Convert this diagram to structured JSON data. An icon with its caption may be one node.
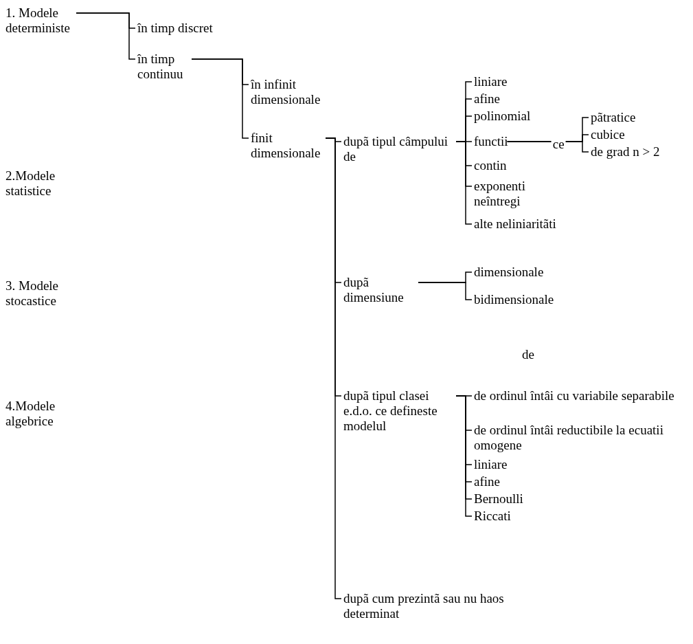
{
  "diagram": {
    "nodes": [
      {
        "text": [
          "1. Modele deterministe"
        ]
      },
      {
        "text": [
          "în timp discret"
        ]
      },
      {
        "text": [
          "în timp continuu"
        ]
      },
      {
        "text": [
          "în infinit dimensionale"
        ]
      },
      {
        "text": [
          "finit dimensionale"
        ]
      },
      {
        "text": [
          "dupã tipul câmpului de"
        ]
      },
      {
        "text": [
          "liniare"
        ]
      },
      {
        "text": [
          "afine"
        ]
      },
      {
        "text": [
          "polinomial"
        ]
      },
      {
        "text": [
          "functii"
        ]
      },
      {
        "text": [
          "contin"
        ]
      },
      {
        "text": [
          "exponenti neîntregi"
        ]
      },
      {
        "text": [
          "alte neliniaritãti"
        ]
      },
      {
        "text": [
          "pãtratice"
        ]
      },
      {
        "text": [
          "cubice"
        ]
      },
      {
        "text": [
          "de grad n > 2"
        ]
      },
      {
        "text": [
          "dupã dimensiune"
        ]
      },
      {
        "text": [
          "dimensionale"
        ]
      },
      {
        "text": [
          "bidimensionale"
        ]
      },
      {
        "text": [
          "dupã tipul clasei e.d.o. ce defineste modelul"
        ]
      },
      {
        "text": [
          "de ordinul întâi cu variabile separabile"
        ]
      },
      {
        "text": [
          "de ordinul întâi reductibile la ecuatii omogene"
        ]
      },
      {
        "text": [
          "liniare"
        ]
      },
      {
        "text": [
          "afine"
        ]
      },
      {
        "text": [
          "Bernoulli"
        ]
      },
      {
        "text": [
          "Riccati"
        ]
      },
      {
        "text": [
          "dupã cum prezintã sau nu haos determinat"
        ]
      },
      {
        "text": [
          "2.Modele statistice"
        ]
      },
      {
        "text": [
          "3. Modele stocastice"
        ]
      },
      {
        "text": [
          "4.Modele algebrice"
        ]
      }
    ],
    "edges": [
      {
        "from": 0,
        "to": 1,
        "arrow": "none"
      },
      {
        "from": 0,
        "to": 2,
        "arrow": "none"
      },
      {
        "from": 2,
        "to": 3,
        "arrow": "none"
      },
      {
        "from": 2,
        "to": 4,
        "arrow": "none"
      },
      {
        "from": 4,
        "to": 5,
        "arrow": "none"
      },
      {
        "from": 4,
        "to": 16,
        "arrow": "none"
      },
      {
        "from": 4,
        "to": 19,
        "arrow": "none"
      },
      {
        "from": 4,
        "to": 26,
        "arrow": "none"
      },
      {
        "from": 5,
        "to": 6,
        "arrow": "none"
      },
      {
        "from": 5,
        "to": 7,
        "arrow": "none"
      },
      {
        "from": 5,
        "to": 8,
        "arrow": "none"
      },
      {
        "from": 5,
        "to": 9,
        "arrow": "none"
      },
      {
        "from": 5,
        "to": 10,
        "arrow": "none"
      },
      {
        "from": 5,
        "to": 11,
        "arrow": "none"
      },
      {
        "from": 5,
        "to": 12,
        "arrow": "none"
      },
      {
        "from": 9,
        "to": 13,
        "arrow": "none"
      },
      {
        "from": 9,
        "to": 14,
        "arrow": "none",
        "label": "ce"
      },
      {
        "from": 9,
        "to": 15,
        "arrow": "none"
      },
      {
        "from": 16,
        "to": 17,
        "arrow": "none"
      },
      {
        "from": 16,
        "to": 18,
        "arrow": "none"
      },
      {
        "from": 19,
        "to": 20,
        "arrow": "none"
      },
      {
        "from": 19,
        "to": 21,
        "arrow": "none"
      },
      {
        "from": 19,
        "to": 22,
        "arrow": "none"
      },
      {
        "from": 19,
        "to": 23,
        "arrow": "none"
      },
      {
        "from": 19,
        "to": 24,
        "arrow": "none"
      },
      {
        "from": 19,
        "to": 25,
        "arrow": "none"
      }
    ],
    "labels": [
      "de"
    ]
  }
}
